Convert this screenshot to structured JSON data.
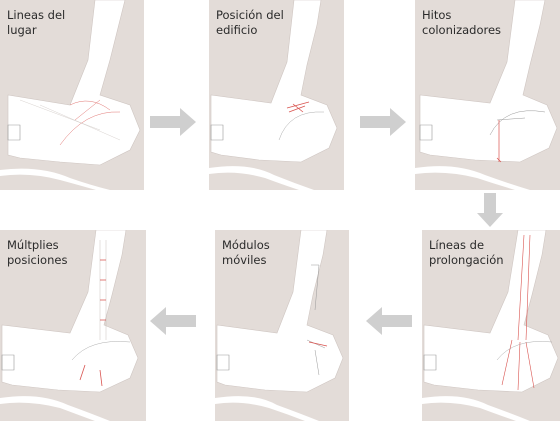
{
  "panels": [
    {
      "id": "p1",
      "title": "Lineas del\nlugar"
    },
    {
      "id": "p2",
      "title": "Posición del\nedificio"
    },
    {
      "id": "p3",
      "title": "Hitos\ncolonizadores"
    },
    {
      "id": "p4",
      "title": "Líneas de\nprolongación"
    },
    {
      "id": "p5",
      "title": "Módulos\nmóviles"
    },
    {
      "id": "p6",
      "title": "Múltplies\nposiciones"
    }
  ],
  "arrows": [
    {
      "from": "p1",
      "to": "p2",
      "direction": "right"
    },
    {
      "from": "p2",
      "to": "p3",
      "direction": "right"
    },
    {
      "from": "p3",
      "to": "p4",
      "direction": "down"
    },
    {
      "from": "p4",
      "to": "p5",
      "direction": "left"
    },
    {
      "from": "p5",
      "to": "p6",
      "direction": "left"
    }
  ],
  "colors": {
    "ground": "#e3dcd8",
    "site": "#ffffff",
    "accent": "#d9534f",
    "arrow": "#cfcfcf"
  }
}
